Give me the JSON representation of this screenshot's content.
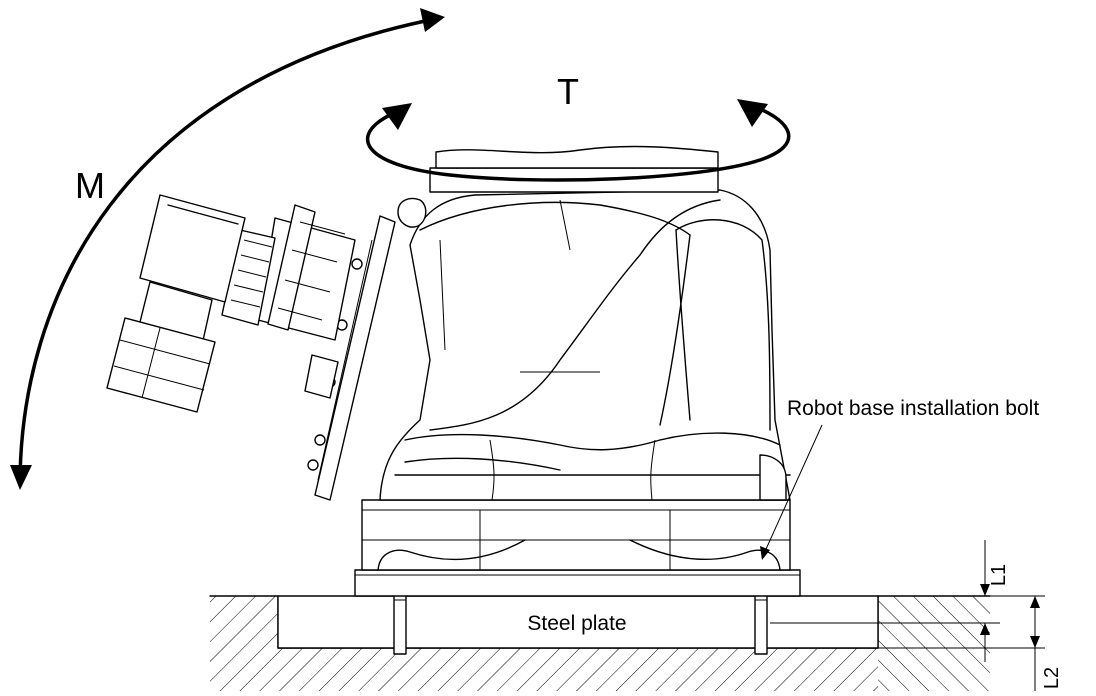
{
  "labels": {
    "moment": "M",
    "torque": "T",
    "bolt": "Robot base installation bolt",
    "plate": "Steel plate",
    "l1": "L1",
    "l2": "L2"
  },
  "colors": {
    "line": "#000000",
    "background": "#ffffff"
  }
}
